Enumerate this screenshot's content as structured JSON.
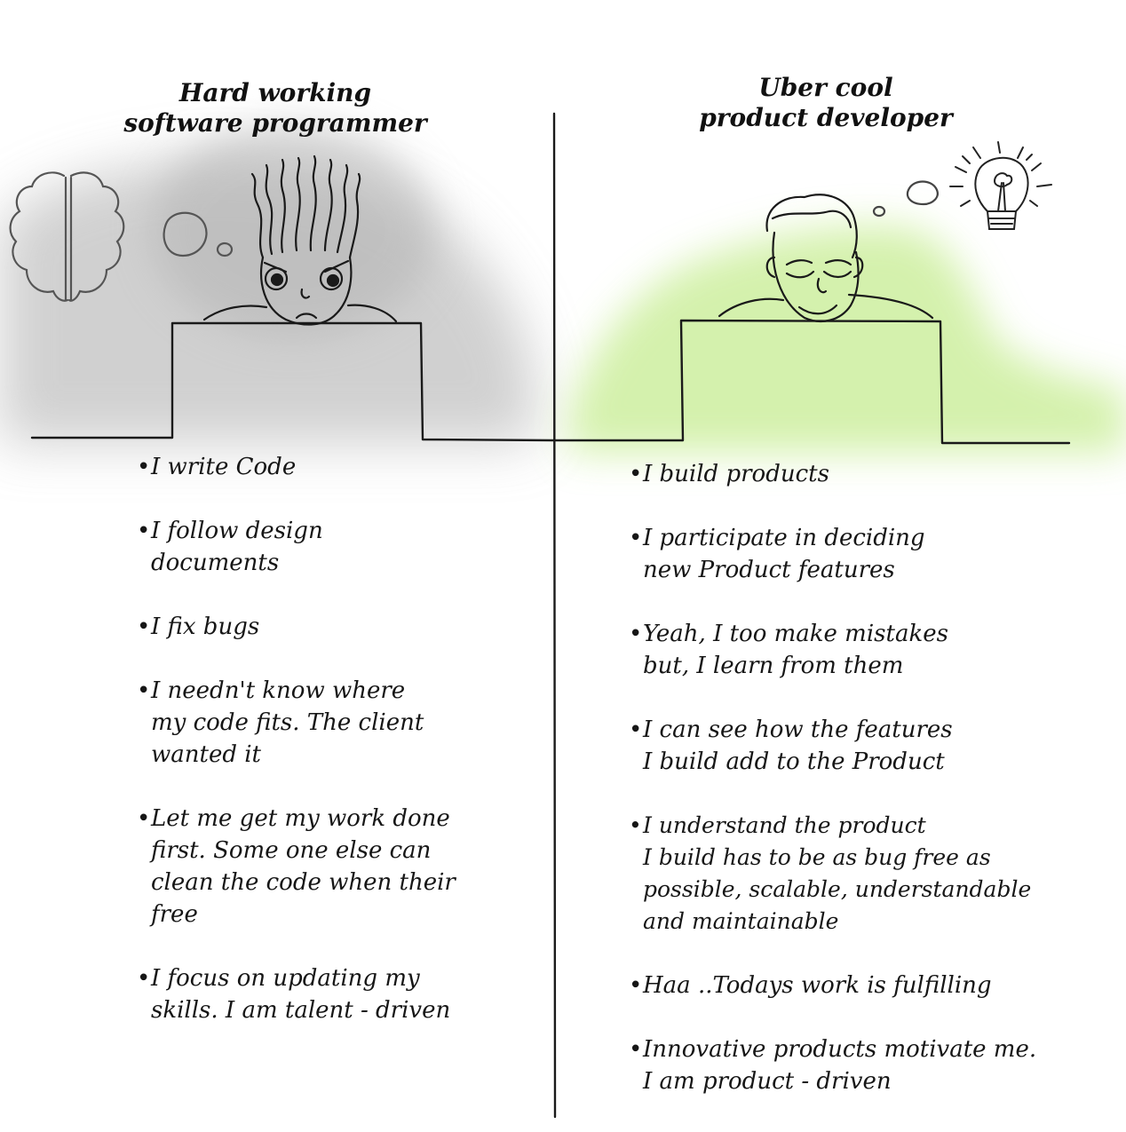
{
  "left": {
    "title_lines": [
      "Hard working",
      "software programmer"
    ],
    "items": [
      {
        "lines": [
          "I write Code"
        ]
      },
      {
        "lines": [
          "I follow design",
          "documents"
        ]
      },
      {
        "lines": [
          "I fix bugs"
        ]
      },
      {
        "lines": [
          "I needn't know where",
          "my code fits. The client",
          "wanted it"
        ]
      },
      {
        "lines": [
          "Let me get my work done",
          "first. Some one else can",
          "clean the  code when their",
          "free"
        ]
      },
      {
        "lines": [
          "I focus on updating my",
          "skills. I am talent - driven"
        ]
      }
    ]
  },
  "right": {
    "title_lines": [
      "Uber cool",
      "product developer"
    ],
    "items": [
      {
        "lines": [
          "I build products"
        ]
      },
      {
        "lines": [
          "I participate in deciding",
          "new Product features"
        ]
      },
      {
        "lines": [
          "Yeah, I too make mistakes",
          "but, I learn from them"
        ]
      },
      {
        "lines": [
          "I can see how the features",
          "I build add to the Product"
        ]
      },
      {
        "lines": [
          "I understand the product",
          "I  build has to be as bug free as",
          "possible, scalable, understandable",
          "and maintainable"
        ]
      },
      {
        "lines": [
          "Haa ..Todays work is fulfilling"
        ]
      },
      {
        "lines": [
          "Innovative products motivate me.",
          "I am product - driven"
        ]
      }
    ]
  },
  "colors": {
    "ink": "#222222",
    "left_glow": "#b8b8b8",
    "right_glow": "#c8ec9a"
  },
  "icons": [
    "brain-icon",
    "thought-bubble-icon",
    "frustrated-programmer-icon",
    "calm-developer-icon",
    "lightbulb-icon",
    "desk-icon"
  ]
}
